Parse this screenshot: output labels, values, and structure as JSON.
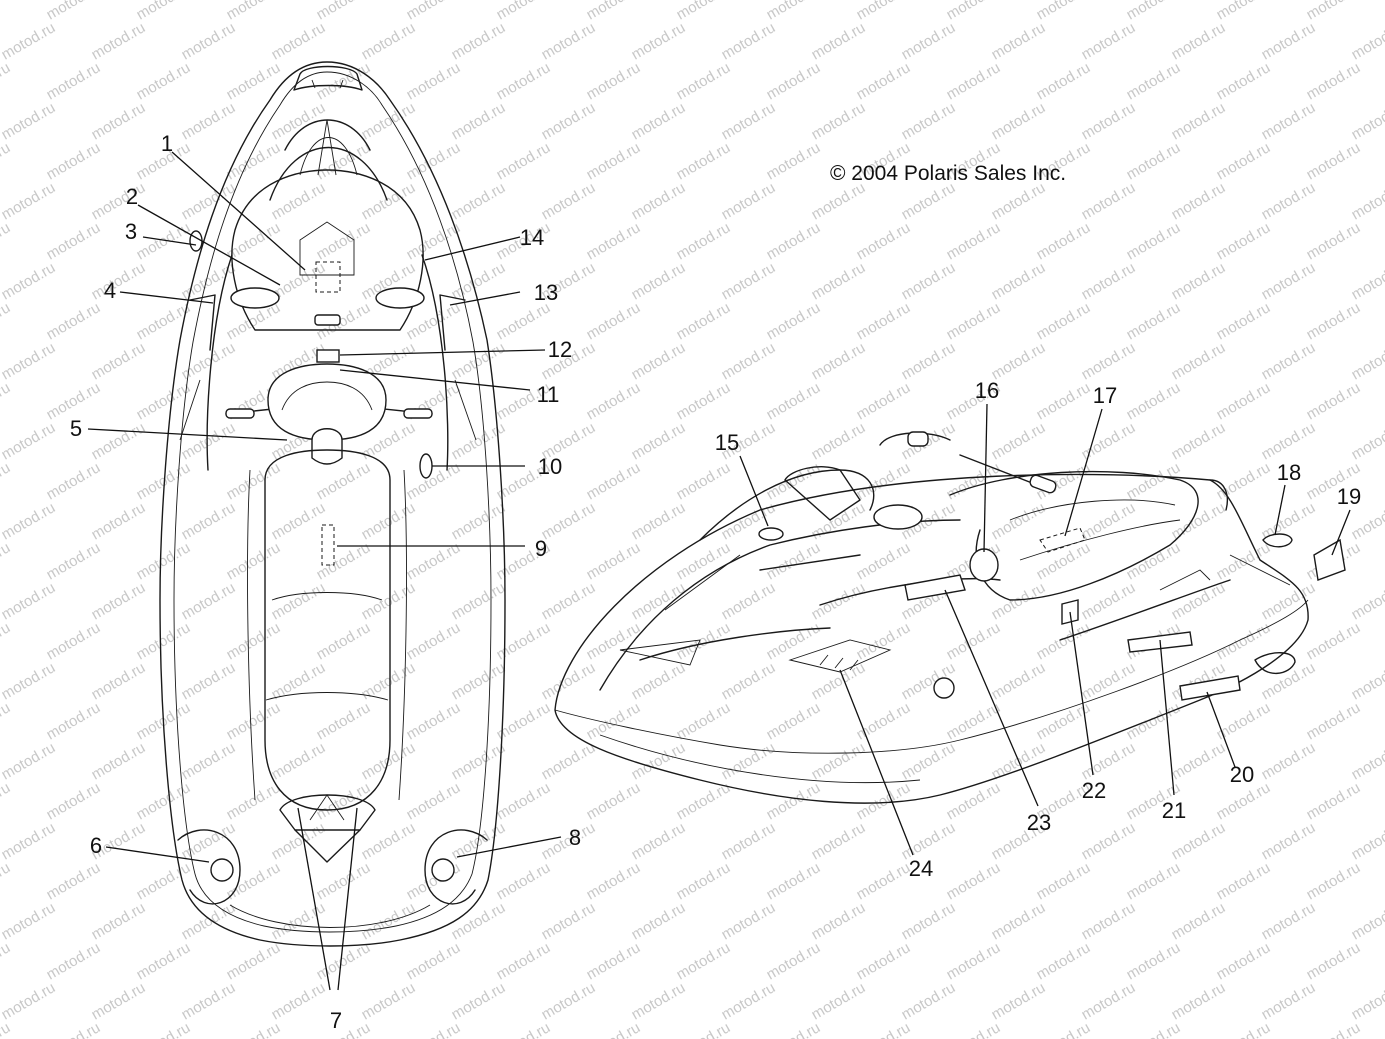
{
  "copyright": "© 2004 Polaris Sales Inc.",
  "watermark": "motod.ru",
  "callouts": [
    {
      "id": "1",
      "label": "1"
    },
    {
      "id": "2",
      "label": "2"
    },
    {
      "id": "3",
      "label": "3"
    },
    {
      "id": "4",
      "label": "4"
    },
    {
      "id": "5",
      "label": "5"
    },
    {
      "id": "6",
      "label": "6"
    },
    {
      "id": "7",
      "label": "7"
    },
    {
      "id": "8",
      "label": "8"
    },
    {
      "id": "9",
      "label": "9"
    },
    {
      "id": "10",
      "label": "10"
    },
    {
      "id": "11",
      "label": "11"
    },
    {
      "id": "12",
      "label": "12"
    },
    {
      "id": "13",
      "label": "13"
    },
    {
      "id": "14",
      "label": "14"
    },
    {
      "id": "15",
      "label": "15"
    },
    {
      "id": "16",
      "label": "16"
    },
    {
      "id": "17",
      "label": "17"
    },
    {
      "id": "18",
      "label": "18"
    },
    {
      "id": "19",
      "label": "19"
    },
    {
      "id": "20",
      "label": "20"
    },
    {
      "id": "21",
      "label": "21"
    },
    {
      "id": "22",
      "label": "22"
    },
    {
      "id": "23",
      "label": "23"
    },
    {
      "id": "24",
      "label": "24"
    }
  ]
}
